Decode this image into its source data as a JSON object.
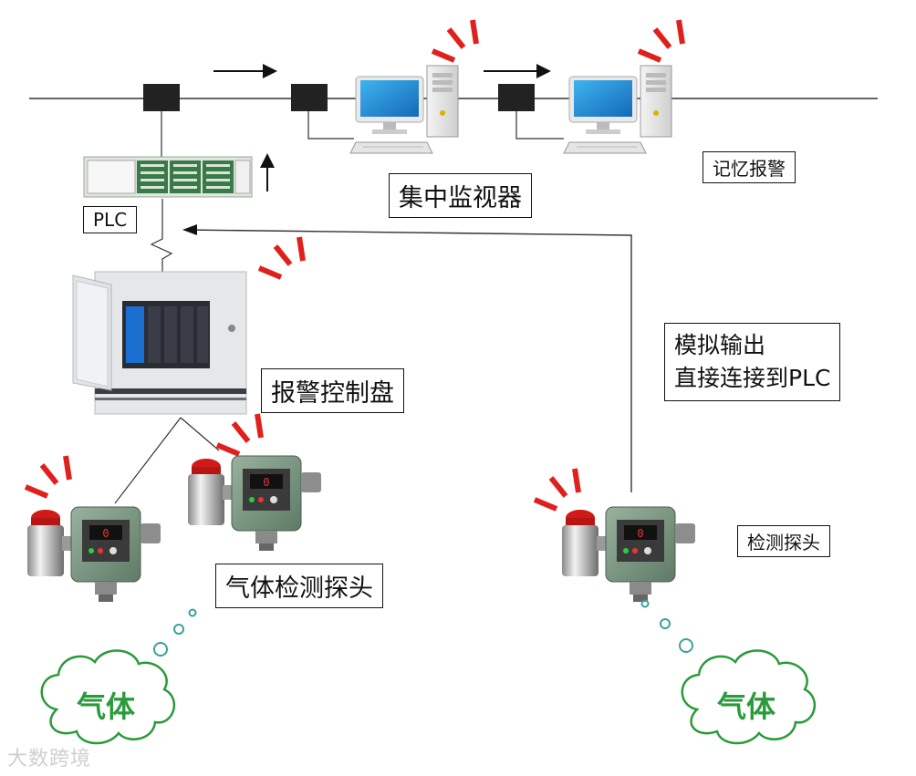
{
  "labels": {
    "memory_alarm": "记忆报警",
    "central_monitor": "集中监视器",
    "plc": "PLC",
    "alarm_panel": "报警控制盘",
    "analog_line1": "模拟输出",
    "analog_line2": "直接连接到PLC",
    "gas_detector": "气体检测探头",
    "detector": "检测探头",
    "gas_cloud_left": "气体",
    "gas_cloud_right": "气体"
  },
  "watermark": "大数跨境",
  "colors": {
    "line": "#333333",
    "alarm_red": "#e0201c",
    "cloud_stroke": "#2a9a3a",
    "bubble_stroke": "#3aa0a0",
    "panel_body": "#e6e7e9",
    "detector_body": "#7f9a84",
    "monitor_screen": "#1f8fd4"
  }
}
